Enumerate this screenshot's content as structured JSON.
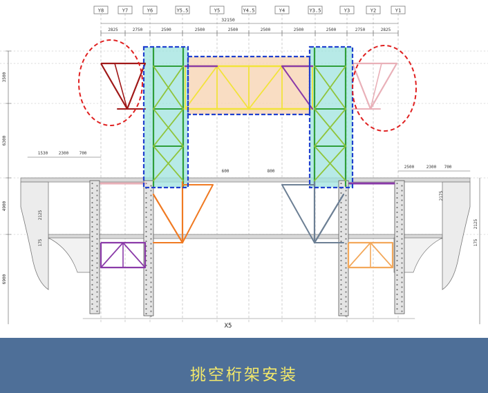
{
  "slide": {
    "title": "挑空桁架安装"
  },
  "drawing": {
    "grid_axes": [
      "Y8",
      "Y7",
      "Y6",
      "Y5.5",
      "Y5",
      "Y4.5",
      "Y4",
      "Y3.5",
      "Y3",
      "Y2",
      "Y1"
    ],
    "top_dims": [
      "2825",
      "2750",
      "2500",
      "2500",
      "2500",
      "2500",
      "2500",
      "2500",
      "2750",
      "2825"
    ],
    "overall_dim": "32150",
    "bottom_axis": "X5",
    "left_vertical_dims": [
      "3500",
      "6300",
      "4900",
      "6900"
    ],
    "left_small_dims": [
      "1530",
      "2300",
      "700",
      "2125",
      "175"
    ],
    "right_small_dims": [
      "2500",
      "2300",
      "700",
      "2175",
      "2125",
      "175"
    ],
    "mid_dims": [
      "600",
      "800"
    ],
    "colors": {
      "highlight_border": "#1f3fcf",
      "circle": "#e02020",
      "cyan_fill": "#9fe3df",
      "peach_fill": "#f8d4b4",
      "dark_red": "#a01818",
      "green": "#2e9e3a",
      "olive": "#8fc43a",
      "yellow": "#f2e33a",
      "purple": "#8a3aa8",
      "orange": "#f07a22",
      "slate": "#6c7f94",
      "light_orange": "#f3a85a",
      "pink": "#e9b0b8",
      "banner": "#4e6f98",
      "title_text": "#f4e96a"
    }
  }
}
